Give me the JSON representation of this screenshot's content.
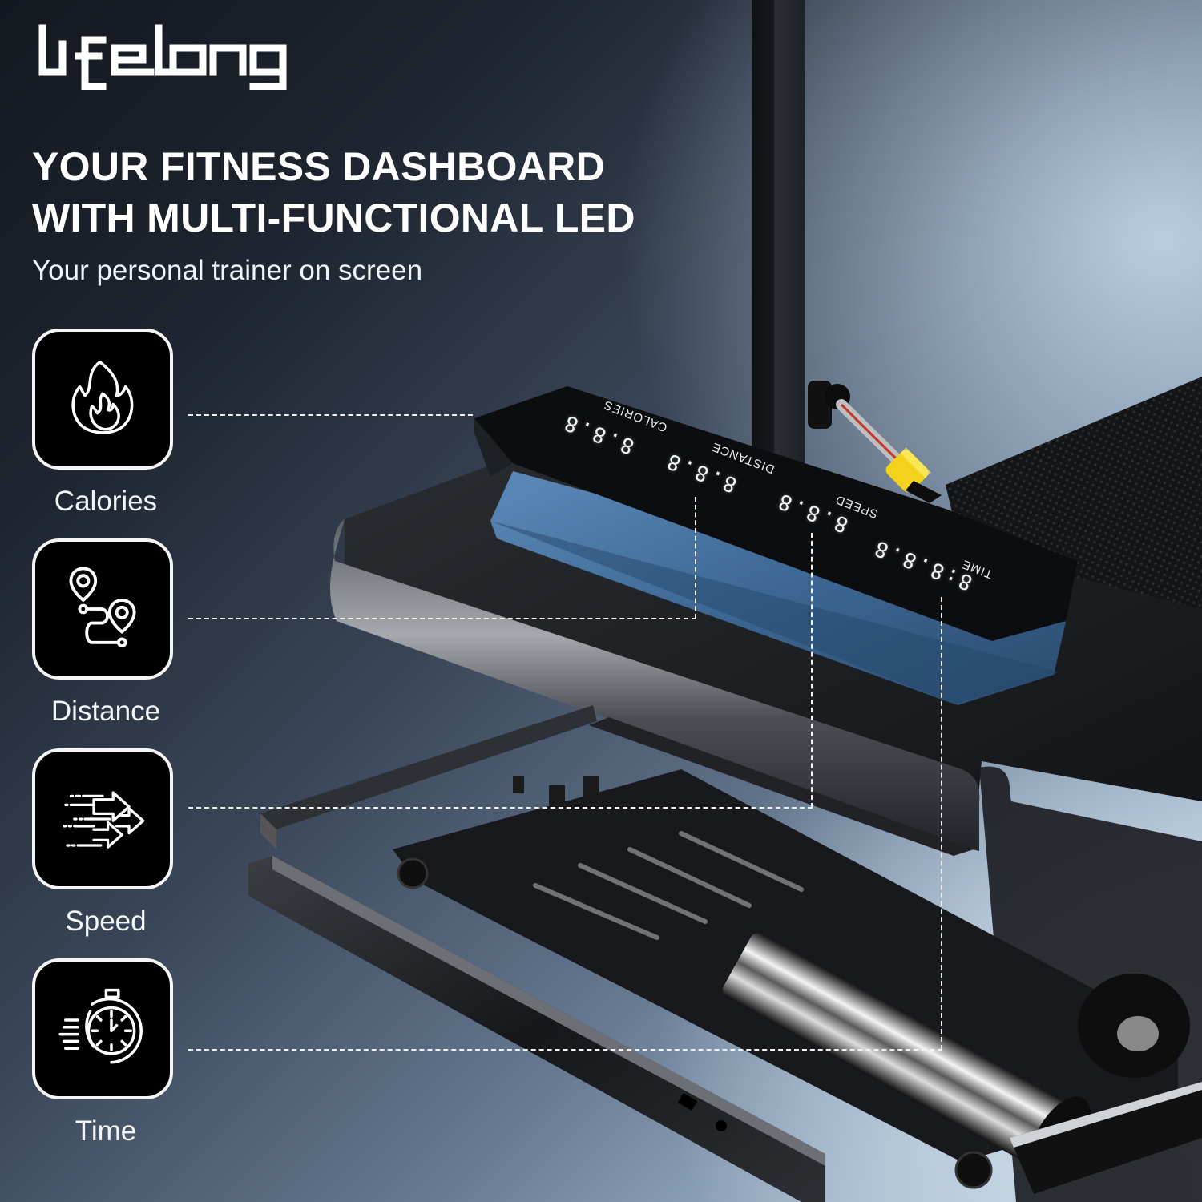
{
  "brand": {
    "logo_text": "lifelong"
  },
  "header": {
    "title_line_1": "YOUR FITNESS DASHBOARD",
    "title_line_2": "WITH MULTI-FUNCTIONAL LED",
    "subtitle": "Your personal trainer on screen"
  },
  "features": [
    {
      "label": "Calories",
      "icon": "flame-icon"
    },
    {
      "label": "Distance",
      "icon": "route-pins-icon"
    },
    {
      "label": "Speed",
      "icon": "speed-arrows-icon"
    },
    {
      "label": "Time",
      "icon": "stopwatch-icon"
    }
  ],
  "led_display": {
    "readouts": [
      {
        "label": "CALORIES",
        "value": "8.8.8"
      },
      {
        "label": "DISTANCE",
        "value": "8.8.8"
      },
      {
        "label": "SPEED",
        "value": "8.8.8"
      },
      {
        "label": "TIME",
        "value": "8:8.8.8"
      }
    ]
  },
  "colors": {
    "tile_bg": "#000000",
    "tile_border": "#f5f5f5",
    "text": "#ffffff",
    "accent_yellow": "#f2d21b",
    "led_panel_glow": "#3f6d9a"
  }
}
